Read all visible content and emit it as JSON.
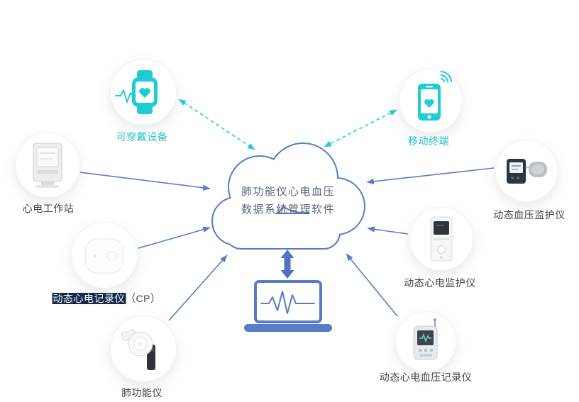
{
  "cloud": {
    "line1": "肺功能仪心电血压",
    "line2": "数据系统管理软件"
  },
  "nodes": {
    "wearable": {
      "label": "可穿戴设备"
    },
    "mobile": {
      "label": "移动终端"
    },
    "workstation": {
      "label": "心电工作站"
    },
    "bp_monitor": {
      "label": "动态血压监护仪"
    },
    "cp_recorder": {
      "label_highlight": "动态心电记录仪",
      "label_suffix": "（CP）"
    },
    "ecg_monitor": {
      "label": "动态心电监护仪"
    },
    "spirometer": {
      "label": "肺功能仪"
    },
    "ecg_bp_recorder": {
      "label": "动态心电血压记录仪"
    }
  },
  "colors": {
    "accent_cyan": "#1ecdd4",
    "accent_blue": "#587cc8",
    "label_dark": "#3d454e",
    "highlight_bg": "#13294a",
    "highlight_text": "#ffffff"
  }
}
